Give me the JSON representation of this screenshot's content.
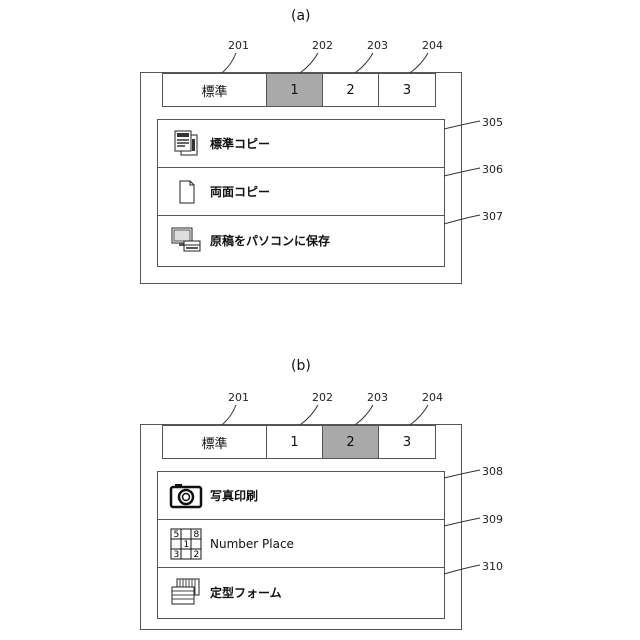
{
  "figure_a": {
    "caption": "(a)",
    "refs": [
      "201",
      "202",
      "203",
      "204"
    ],
    "tabs": [
      {
        "label": "標準",
        "active": false
      },
      {
        "label": "1",
        "active": true
      },
      {
        "label": "2",
        "active": false
      },
      {
        "label": "3",
        "active": false
      }
    ],
    "items": [
      {
        "label": "標準コピー",
        "icon": "copy-documents-icon",
        "ref": "305"
      },
      {
        "label": "両面コピー",
        "icon": "single-page-icon",
        "ref": "306"
      },
      {
        "label": "原稿をパソコンに保存",
        "icon": "scan-to-pc-icon",
        "ref": "307"
      }
    ]
  },
  "figure_b": {
    "caption": "(b)",
    "refs": [
      "201",
      "202",
      "203",
      "204"
    ],
    "tabs": [
      {
        "label": "標準",
        "active": false
      },
      {
        "label": "1",
        "active": false
      },
      {
        "label": "2",
        "active": true
      },
      {
        "label": "3",
        "active": false
      }
    ],
    "items": [
      {
        "label": "写真印刷",
        "icon": "camera-icon",
        "ref": "308"
      },
      {
        "label": "Number Place",
        "icon": "number-grid-icon",
        "ref": "309",
        "grid": [
          "5",
          "8",
          "1",
          "3",
          "2"
        ]
      },
      {
        "label": "定型フォーム",
        "icon": "form-stack-icon",
        "ref": "310"
      }
    ]
  }
}
